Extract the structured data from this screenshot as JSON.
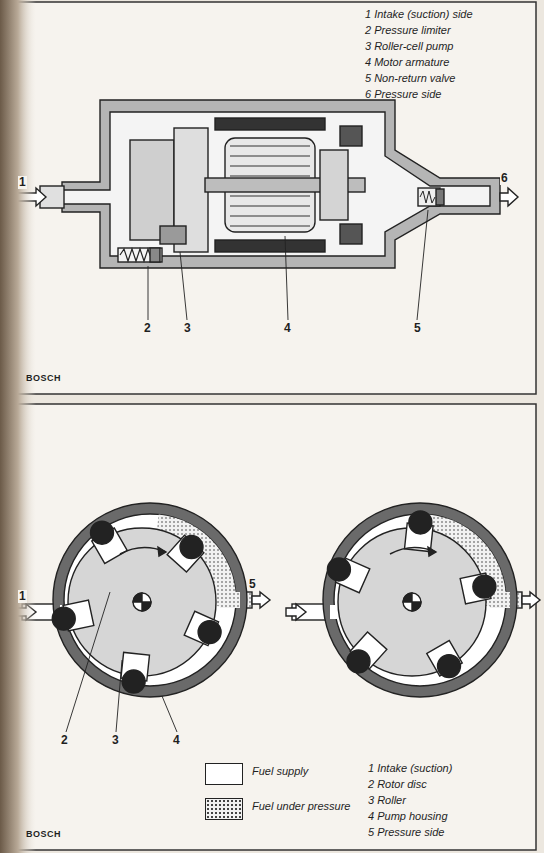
{
  "diagram": {
    "labels": [
      "1 Intake (suction) side",
      "2 Pressure limiter",
      "3 Roller-cell pump",
      "4 Motor armature",
      "5 Non-return valve",
      "6 Pressure side",
      "1",
      "6",
      "2",
      "3",
      "4",
      "5",
      "BOSCH",
      "1",
      "5",
      "2",
      "3",
      "4",
      "1 Intake (suction)",
      "2 Rotor disc",
      "3 Roller",
      "4 Pump housing",
      "5 Pressure side",
      "BOSCH"
    ],
    "legend": [
      {
        "text": "Fuel supply",
        "color": "#ffffff"
      },
      {
        "text": "Fuel under pressure"
      }
    ]
  }
}
